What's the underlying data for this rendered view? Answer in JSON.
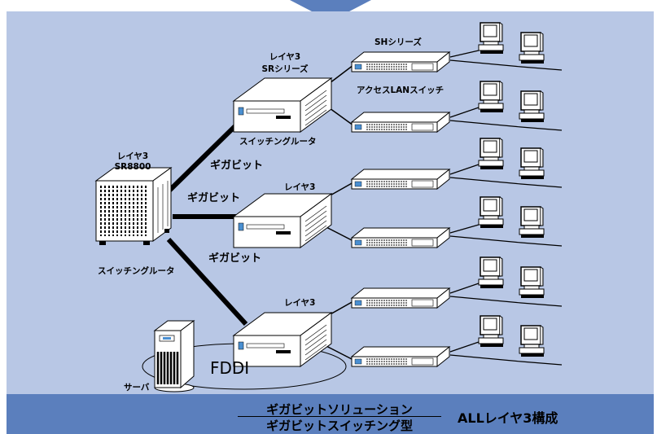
{
  "colors": {
    "panel": "#b8c7e5",
    "footer": "#5b7fbd",
    "device": "#ffffff",
    "line": "#000000"
  },
  "core": {
    "title_line1": "レイヤ3",
    "title_line2": "SR8800",
    "caption": "スイッチングルータ",
    "icon": "chassis-router-icon"
  },
  "links": {
    "giga_top": "ギガビット",
    "giga_mid": "ギガビット",
    "giga_bottom": "ギガビット"
  },
  "router_top": {
    "title_line1": "レイヤ3",
    "title_line2": "SRシリーズ",
    "caption": "スイッチングルータ"
  },
  "router_mid": {
    "title": "レイヤ3"
  },
  "router_bottom": {
    "title": "レイヤ3"
  },
  "switches": {
    "series_label": "SHシリーズ",
    "caption": "アクセスLANスイッチ"
  },
  "server": {
    "label": "サーバ",
    "ring_label": "FDDI"
  },
  "footer": {
    "title_top": "ギガビットソリューション",
    "title_bottom": "ギガビットスイッチング型",
    "right_label": "ALLレイヤ3構成"
  }
}
